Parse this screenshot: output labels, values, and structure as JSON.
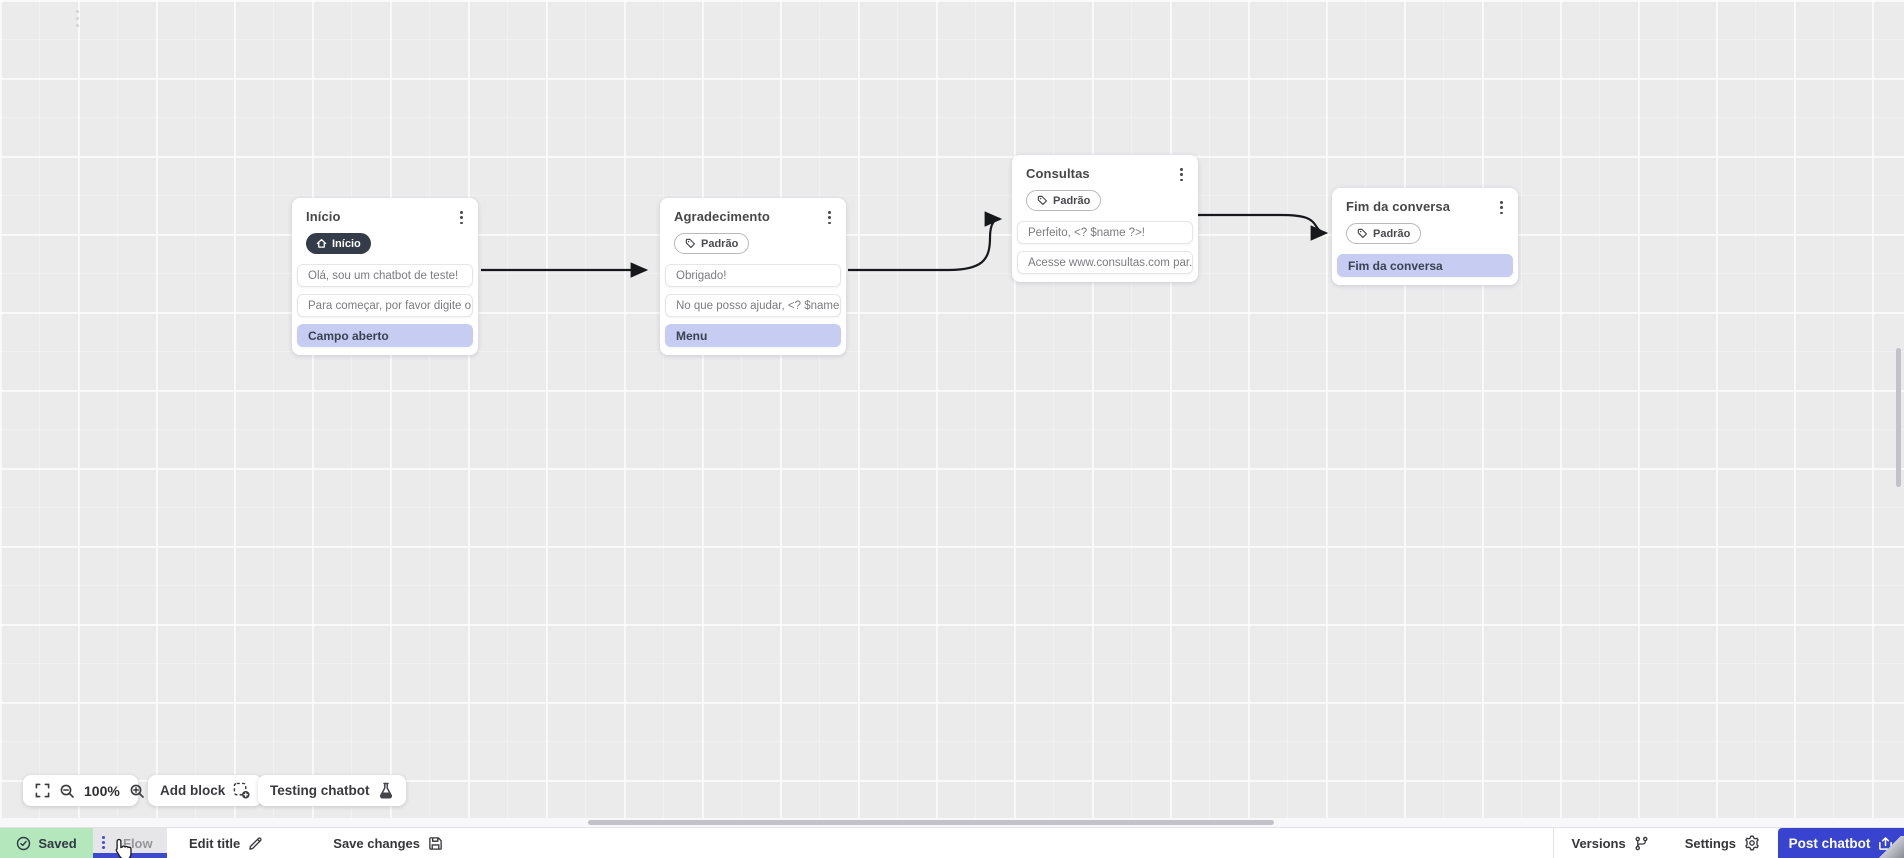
{
  "canvas": {
    "nodes": [
      {
        "title": "Início",
        "badge": "Início",
        "badge_icon": "home-icon",
        "rows": [
          {
            "text": "Olá, sou um chatbot de teste!",
            "type": "message"
          },
          {
            "text": "Para começar, por favor digite o ...",
            "type": "message"
          },
          {
            "text": "Campo aberto",
            "type": "action"
          }
        ]
      },
      {
        "title": "Agradecimento",
        "badge": "Padrão",
        "badge_icon": "tag-icon",
        "rows": [
          {
            "text": "Obrigado!",
            "type": "message"
          },
          {
            "text": "No que posso ajudar, <? $name ...",
            "type": "message"
          },
          {
            "text": "Menu",
            "type": "action"
          }
        ]
      },
      {
        "title": "Consultas",
        "badge": "Padrão",
        "badge_icon": "tag-icon",
        "rows": [
          {
            "text": "Perfeito, <? $name ?>!",
            "type": "message"
          },
          {
            "text": "Acesse www.consultas.com par...",
            "type": "message"
          }
        ]
      },
      {
        "title": "Fim da conversa",
        "badge": "Padrão",
        "badge_icon": "tag-icon",
        "rows": [
          {
            "text": "Fim da conversa",
            "type": "action"
          }
        ]
      }
    ]
  },
  "toolbar": {
    "zoom_level": "100%",
    "add_block_label": "Add block",
    "testing_chatbot_label": "Testing chatbot"
  },
  "statusbar": {
    "saved_label": "Saved",
    "flow_tab_label": "Flow",
    "edit_title_label": "Edit title",
    "save_changes_label": "Save changes",
    "versions_label": "Versions",
    "settings_label": "Settings",
    "post_chatbot_label": "Post chatbot"
  },
  "icons": [
    "home-icon",
    "tag-icon",
    "kebab-icon",
    "fullscreen-icon",
    "zoom-out-icon",
    "zoom-in-icon",
    "add-block-icon",
    "flask-icon",
    "check-circle-icon",
    "pencil-icon",
    "save-icon",
    "branch-icon",
    "gear-icon",
    "upload-icon",
    "pointer-cursor-icon"
  ],
  "colors": {
    "accent_blue": "#3844d0",
    "tab_underline": "#3e49d1",
    "saved_green_bg": "#b5e7bd",
    "action_row_bg": "#c7ccf3",
    "dark_badge_bg": "#343c49",
    "canvas_bg": "#ebebec",
    "edge": "#17181b"
  }
}
